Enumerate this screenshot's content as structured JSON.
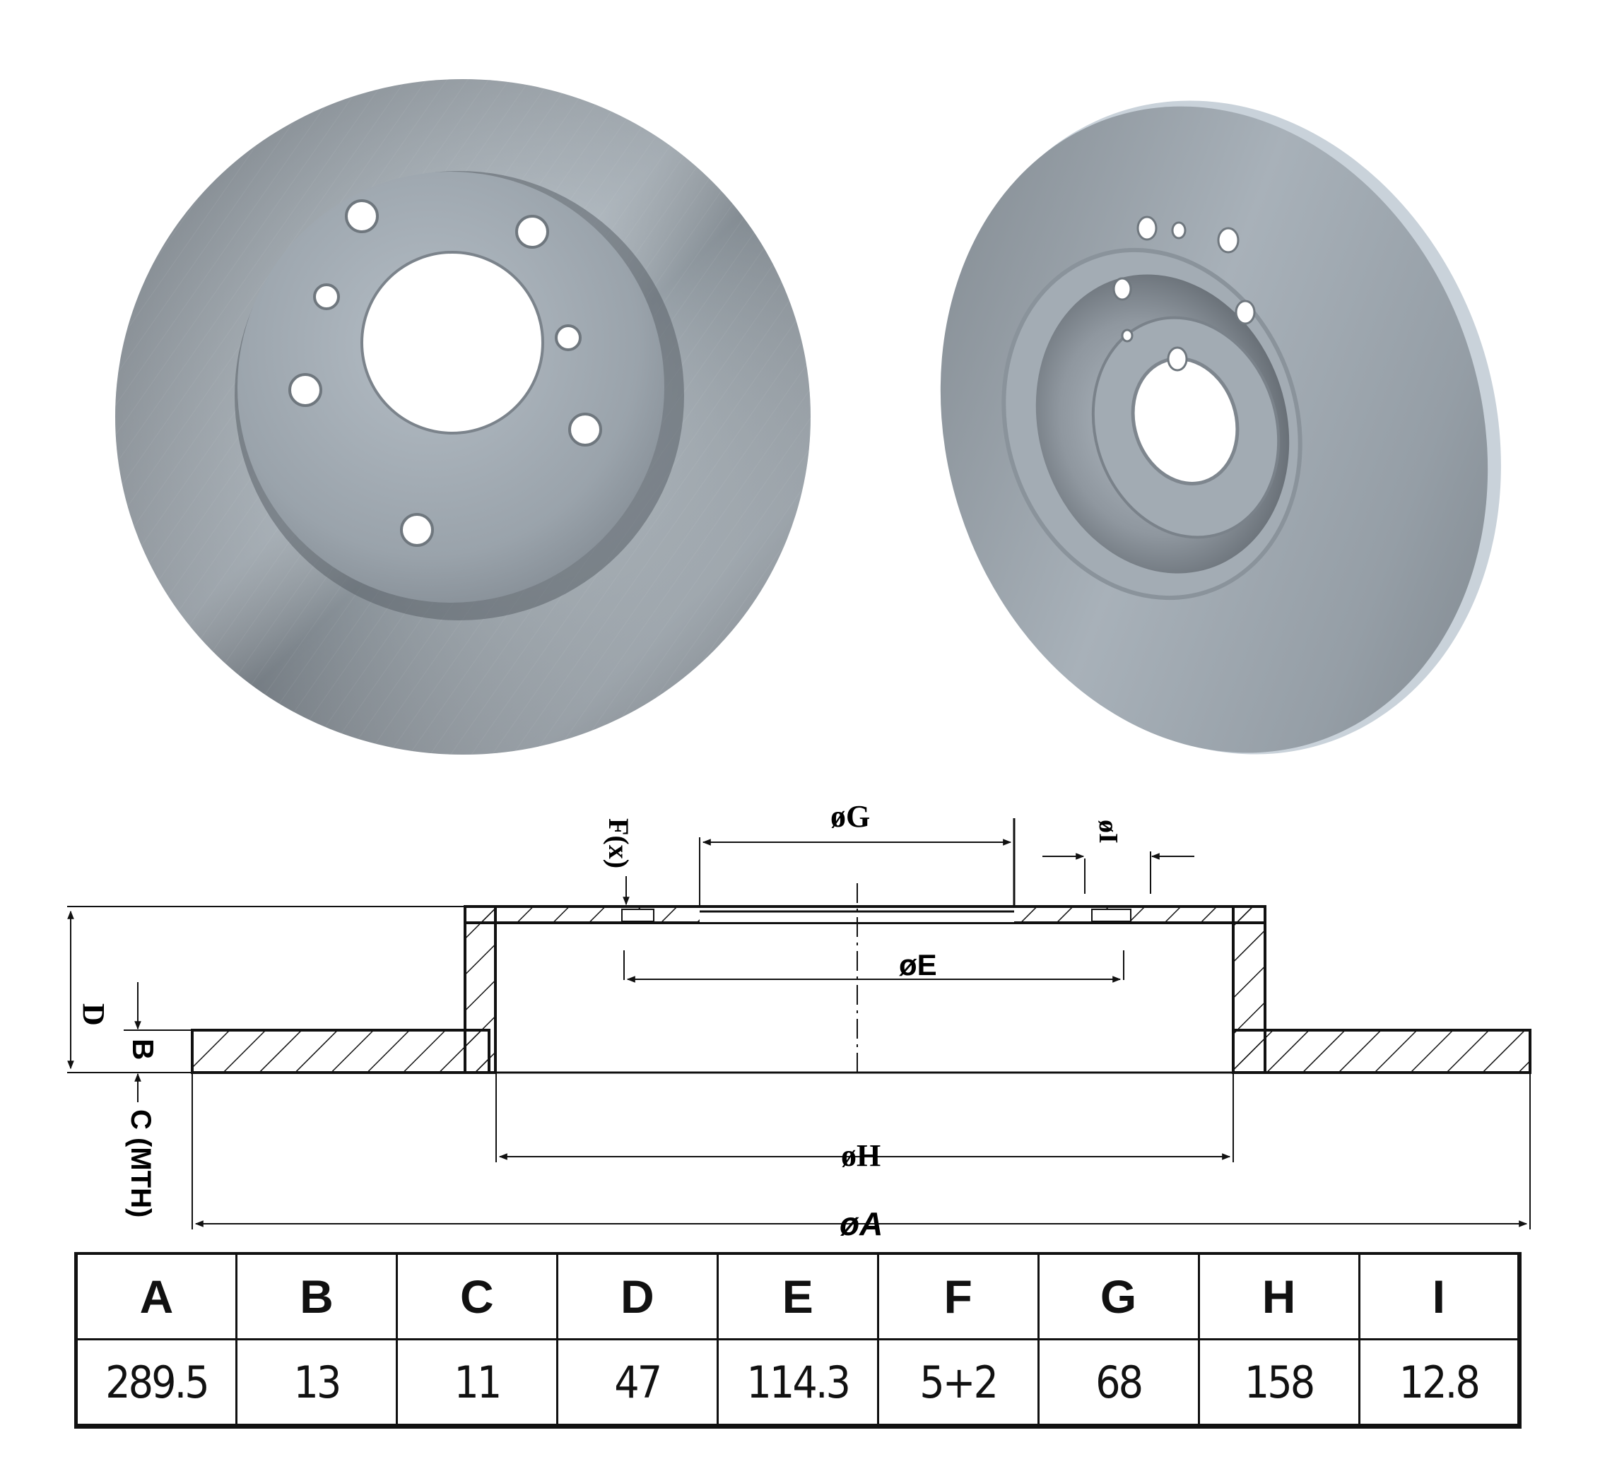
{
  "photos": [
    {
      "label": "brake-disc-front-view",
      "view": "front, hat side facing"
    },
    {
      "label": "brake-disc-angled-view",
      "view": "angled, rear side"
    }
  ],
  "drawing": {
    "labels": {
      "A": "øA",
      "E": "øE",
      "G": "øG",
      "H": "øH",
      "I": "øI",
      "F": "F(x)",
      "D": "D",
      "B": "B",
      "C": "C (MTH)"
    }
  },
  "spec_table": {
    "headers": [
      "A",
      "B",
      "C",
      "D",
      "E",
      "F",
      "G",
      "H",
      "I"
    ],
    "values": [
      "289.5",
      "13",
      "11",
      "47",
      "114.3",
      "5+2",
      "68",
      "158",
      "12.8"
    ]
  },
  "colors": {
    "line": "#111111",
    "metal_light": "#a9b3bd",
    "metal_mid": "#8a939c",
    "metal_dark": "#5f666e"
  }
}
